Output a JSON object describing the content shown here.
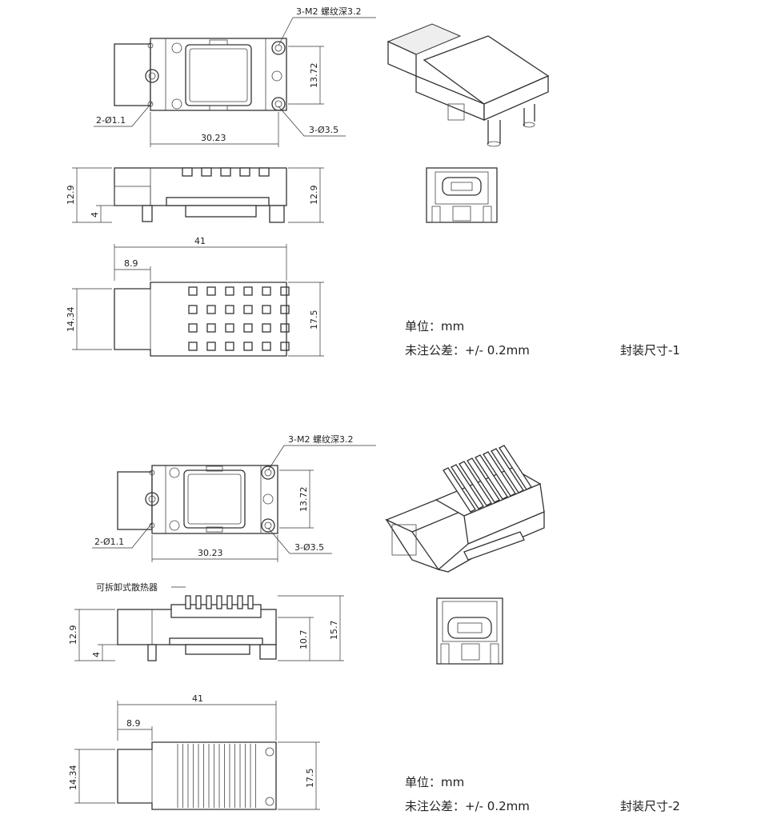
{
  "pkg1": {
    "thread_note": "3-M2 螺纹深3.2",
    "hole_small": "2-Ø1.1",
    "hole_large": "3-Ø3.5",
    "dim_width": "30.23",
    "dim_height": "13.72",
    "dim_side_left": "12.9",
    "dim_side_right": "12.9",
    "dim_side_small": "4",
    "dim_length": "41",
    "dim_nose": "8.9",
    "dim_left": "14.34",
    "dim_right": "17.5",
    "unit": "单位：mm",
    "tolerance": "未注公差：+/- 0.2mm",
    "caption": "封装尺寸-1"
  },
  "pkg2": {
    "thread_note": "3-M2 螺纹深3.2",
    "hole_small": "2-Ø1.1",
    "hole_large": "3-Ø3.5",
    "dim_width": "30.23",
    "dim_height": "13.72",
    "heatsink_note": "可拆卸式散热器",
    "dim_side_left": "12.9",
    "dim_side_small": "4",
    "dim_side_mid": "10.7",
    "dim_side_right": "15.7",
    "dim_length": "41",
    "dim_nose": "8.9",
    "dim_left": "14.34",
    "dim_right": "17.5",
    "unit": "单位：mm",
    "tolerance": "未注公差：+/- 0.2mm",
    "caption": "封装尺寸-2"
  }
}
